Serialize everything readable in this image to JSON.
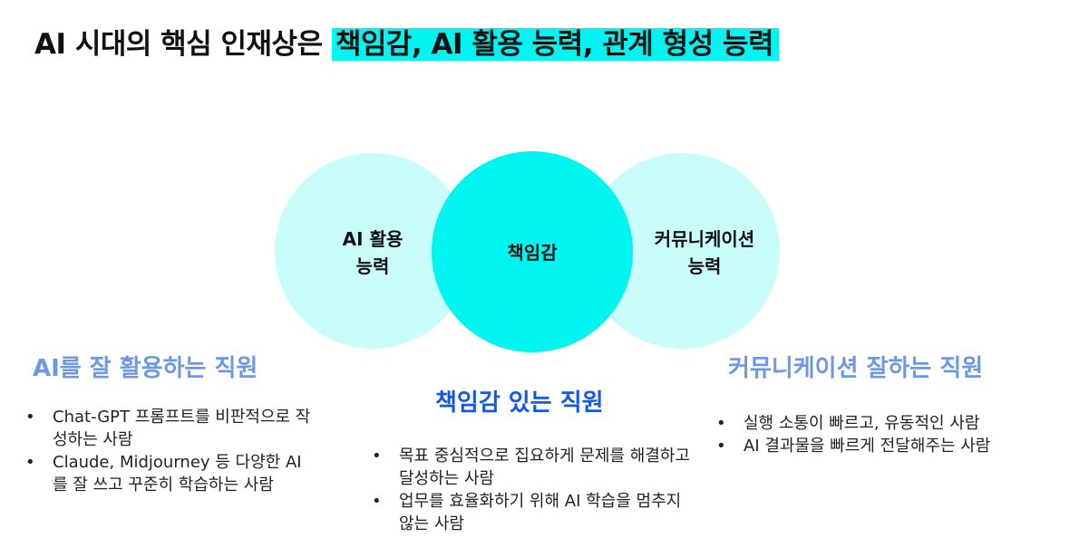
{
  "title": {
    "prefix": "AI 시대의 핵심 인재상은 ",
    "highlight": "책임감, AI 활용 능력, 관계 형성 능력"
  },
  "colors": {
    "highlight": "#00f5f0",
    "circle_light": "#c8fdfc",
    "circle_center": "#00f5f0",
    "section_light": "#6e98e6",
    "section_center": "#1557e6"
  },
  "venn": {
    "left_label_line1": "AI 활용",
    "left_label_line2": "능력",
    "center_label": "책임감",
    "right_label_line1": "커뮤니케이션",
    "right_label_line2": "능력"
  },
  "sections": {
    "left": {
      "title": "AI를 잘 활용하는 직원",
      "bullets": [
        "Chat-GPT 프롬프트를 비판적으로 작성하는 사람",
        "Claude, Midjourney 등 다양한 AI를 잘 쓰고 꾸준히 학습하는 사람"
      ]
    },
    "middle": {
      "title": "책임감 있는 직원",
      "bullets": [
        "목표 중심적으로 집요하게 문제를 해결하고 달성하는 사람",
        "업무를 효율화하기 위해 AI 학습을 멈추지 않는 사람"
      ]
    },
    "right": {
      "title": "커뮤니케이션 잘하는 직원",
      "bullets": [
        "실행 소통이 빠르고, 유동적인 사람",
        "AI 결과물을 빠르게 전달해주는 사람"
      ]
    }
  }
}
